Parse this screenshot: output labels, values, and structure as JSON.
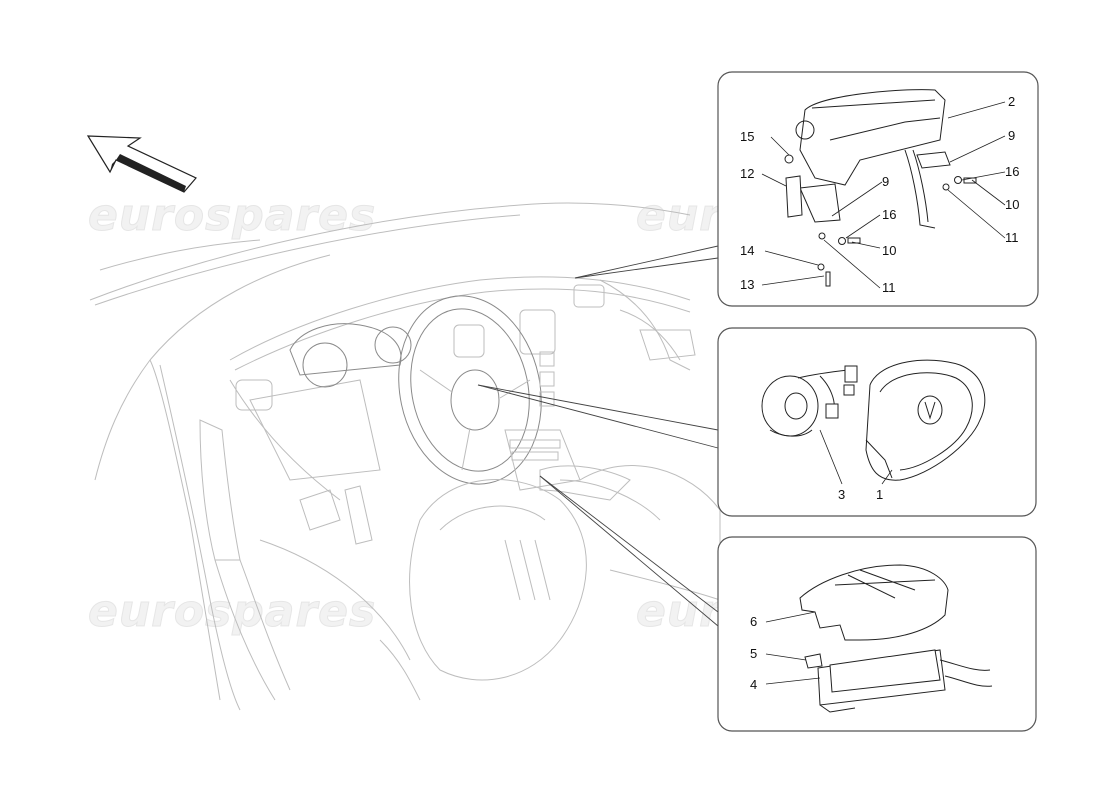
{
  "diagram": {
    "watermark": "eurospares",
    "callouts": {
      "panel_top": [
        "2",
        "9",
        "16",
        "10",
        "11",
        "15",
        "12",
        "9",
        "16",
        "10",
        "14",
        "13",
        "11"
      ],
      "panel_middle": [
        "3",
        "1"
      ],
      "panel_bottom": [
        "6",
        "5",
        "4"
      ]
    }
  }
}
